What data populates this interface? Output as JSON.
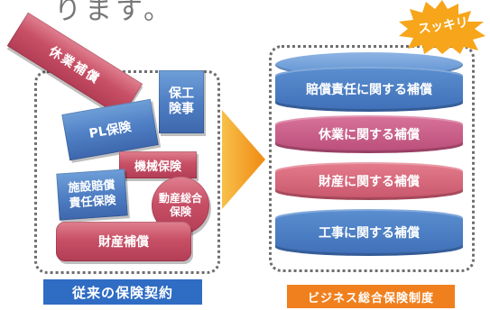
{
  "header": {
    "fragment": "ります。"
  },
  "left": {
    "caption": "従来の保険契約",
    "blocks": {
      "top_diagonal": "休業補償",
      "pl": "PL保険",
      "construction": "保工\n険事",
      "machinery": "機械保険",
      "facility": "施設賠償\n責任保険",
      "movable": "動産総合\n保険",
      "property": "財産補償"
    }
  },
  "right": {
    "caption": "ビジネス総合保険制度",
    "burst": "スッキリ",
    "tiers": [
      {
        "label": "賠償責任に関する補償"
      },
      {
        "label": "休業に関する補償"
      },
      {
        "label": "財産に関する補償"
      },
      {
        "label": "工事に関する補償"
      }
    ]
  },
  "colors": {
    "arrow": "#f29a1e",
    "left_caption_bg": "#2f6cc4",
    "right_caption_bg": "#f0801e",
    "burst": "#f7a51a"
  }
}
